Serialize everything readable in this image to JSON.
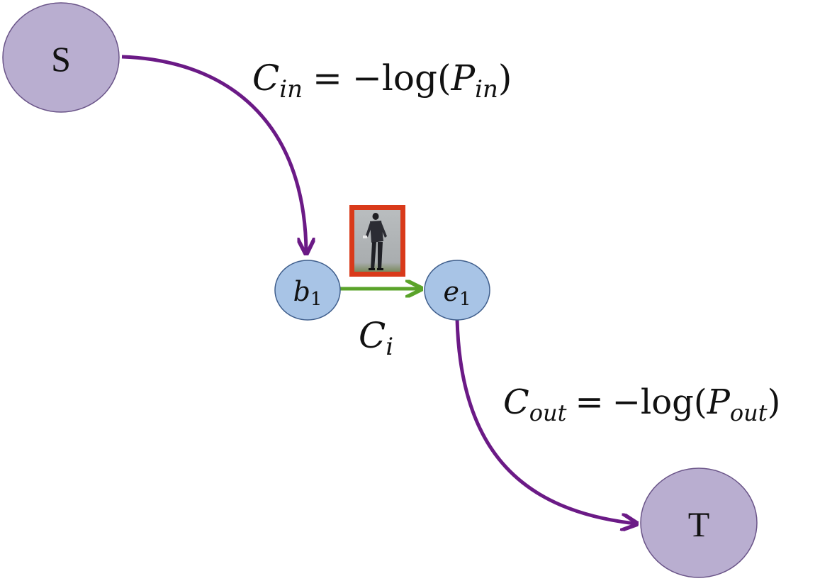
{
  "colors": {
    "terminal_fill": "#b9aed0",
    "terminal_stroke": "#6a5488",
    "detection_fill": "#a8c4e6",
    "detection_stroke": "#3f5e8c",
    "flow_edge": "#6b1a86",
    "detection_edge": "#5aa32a",
    "bbox": "#d93a1a"
  },
  "icons": {
    "pedestrian": "pedestrian-thumbnail-icon"
  },
  "nodes": {
    "source": {
      "label": "S"
    },
    "sink": {
      "label": "T"
    },
    "begin": {
      "var": "b",
      "sub": "1"
    },
    "end": {
      "var": "e",
      "sub": "1"
    }
  },
  "equations": {
    "c_in": {
      "C": "C",
      "sub": "in",
      "eq": "=",
      "neg_log": "−log(",
      "P": "P",
      "P_sub": "in",
      "close": ")"
    },
    "c_i": {
      "C": "C",
      "sub": "i"
    },
    "c_out": {
      "C": "C",
      "sub": "out",
      "eq": "=",
      "neg_log": "−log(",
      "P": "P",
      "P_sub": "out",
      "close": ")"
    }
  }
}
